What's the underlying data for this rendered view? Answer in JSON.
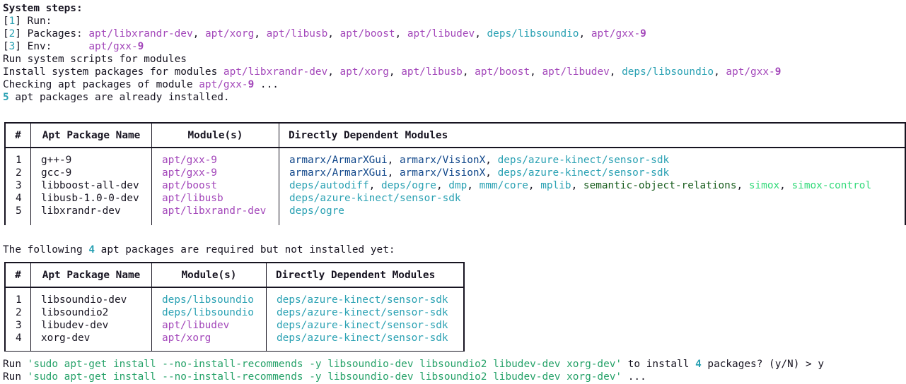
{
  "header": {
    "title": "System steps:",
    "step1": {
      "idx": "1",
      "label": "Run:"
    },
    "step2": {
      "idx": "2",
      "label": "Packages:",
      "pkgs": [
        "apt/libxrandr-dev",
        "apt/xorg",
        "apt/libusb",
        "apt/boost",
        "apt/libudev",
        "deps/libsoundio",
        "apt/gxx-9"
      ]
    },
    "step3": {
      "idx": "3",
      "label": "Env:",
      "value_prefix": "apt/gxx-",
      "value_suffix": "9"
    }
  },
  "log": {
    "line1": "Run system scripts for modules",
    "line2_prefix": "Install system packages for modules",
    "line2_pkgs": [
      "apt/libxrandr-dev",
      "apt/xorg",
      "apt/libusb",
      "apt/boost",
      "apt/libudev",
      "deps/libsoundio",
      "apt/gxx-9"
    ],
    "line3_prefix": "Checking apt packages of module",
    "line3_module": "apt/gxx-9",
    "line3_suffix": "...",
    "line4_count": "5",
    "line4_text": "apt packages are already installed."
  },
  "installed_table": {
    "headers": [
      "#",
      "Apt Package Name",
      "Module(s)",
      "Directly Dependent Modules"
    ],
    "rows": [
      {
        "n": "1",
        "pkg": "g++-9",
        "module": "apt/gxx-9"
      },
      {
        "n": "2",
        "pkg": "gcc-9",
        "module": "apt/gxx-9"
      },
      {
        "n": "3",
        "pkg": "libboost-all-dev",
        "module": "apt/boost"
      },
      {
        "n": "4",
        "pkg": "libusb-1.0-0-dev",
        "module": "apt/libusb"
      },
      {
        "n": "5",
        "pkg": "libxrandr-dev",
        "module": "apt/libxrandr-dev"
      }
    ],
    "deps": {
      "r1": [
        "armarx/ArmarXGui",
        "armarx/VisionX",
        "deps/azure-kinect/sensor-sdk"
      ],
      "r2": [
        "armarx/ArmarXGui",
        "armarx/VisionX",
        "deps/azure-kinect/sensor-sdk"
      ],
      "r3": [
        "deps/autodiff",
        "deps/ogre",
        "dmp",
        "mmm/core",
        "mplib",
        "semantic-object-relations",
        "simox",
        "simox-control"
      ],
      "r4": [
        "deps/azure-kinect/sensor-sdk"
      ],
      "r5": [
        "deps/ogre"
      ]
    }
  },
  "missing": {
    "prefix": "The following",
    "count": "4",
    "suffix": "apt packages are required but not installed yet:"
  },
  "missing_table": {
    "headers": [
      "#",
      "Apt Package Name",
      "Module(s)",
      "Directly Dependent Modules"
    ],
    "rows": [
      {
        "n": "1",
        "pkg": "libsoundio-dev",
        "module": "deps/libsoundio",
        "dep": "deps/azure-kinect/sensor-sdk"
      },
      {
        "n": "2",
        "pkg": "libsoundio2",
        "module": "deps/libsoundio",
        "dep": "deps/azure-kinect/sensor-sdk"
      },
      {
        "n": "3",
        "pkg": "libudev-dev",
        "module": "apt/libudev",
        "dep": "deps/azure-kinect/sensor-sdk"
      },
      {
        "n": "4",
        "pkg": "xorg-dev",
        "module": "apt/xorg",
        "dep": "deps/azure-kinect/sensor-sdk"
      }
    ]
  },
  "footer": {
    "run": "Run",
    "cmd": "'sudo apt-get install --no-install-recommends -y libsoundio-dev libsoundio2 libudev-dev xorg-dev'",
    "prompt_mid": "to install",
    "prompt_count": "4",
    "prompt_tail": "packages? (y/N) > y",
    "cmd_suffix": "..."
  },
  "colors": {
    "apt": "#a347ba",
    "deps": "#2aa1b3",
    "armarx": "#12488b",
    "green_dark": "#26a269",
    "green_light": "#33da7a"
  }
}
